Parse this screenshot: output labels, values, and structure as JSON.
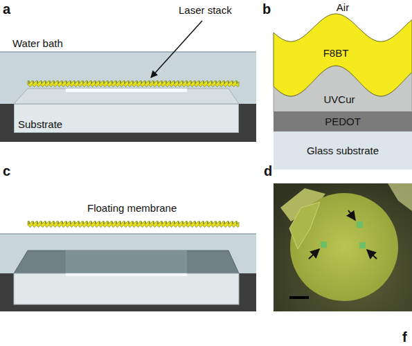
{
  "diagram": {
    "nodes": [
      {
        "text": [
          "Air"
        ]
      },
      {
        "text": [
          "F8BT"
        ]
      },
      {
        "text": [
          "UVCur"
        ]
      },
      {
        "text": [
          "Substrate"
        ]
      },
      {
        "text": [
          "PEDOT"
        ]
      },
      {
        "text": [
          "Glass substrate"
        ]
      }
    ],
    "labels": [
      "a",
      "Laser stack",
      "b",
      "Water bath",
      "c",
      "Floating membrane",
      "d",
      "f"
    ]
  }
}
